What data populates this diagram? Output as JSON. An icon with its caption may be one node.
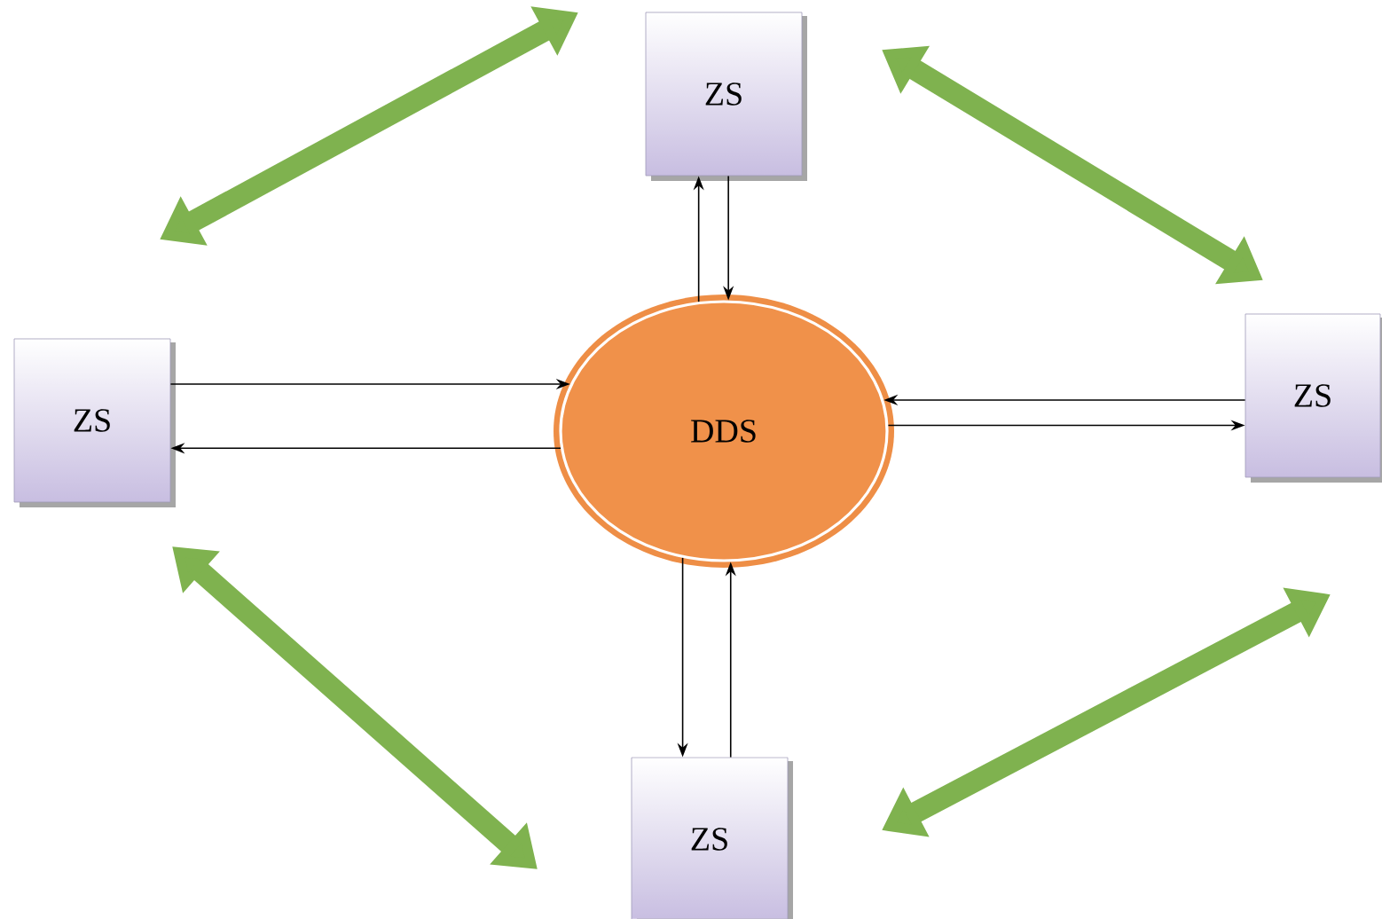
{
  "diagram": {
    "nodes": [
      {
        "text": [
          "ZS"
        ]
      },
      {
        "text": [
          "ZS"
        ]
      },
      {
        "text": [
          "DDS"
        ]
      },
      {
        "text": [
          "ZS"
        ]
      },
      {
        "text": [
          "ZS"
        ]
      }
    ],
    "edges": [
      {
        "from": 2,
        "to": 0,
        "arrow": "to"
      },
      {
        "from": 0,
        "to": 2,
        "arrow": "to"
      },
      {
        "from": 1,
        "to": 2,
        "arrow": "to"
      },
      {
        "from": 2,
        "to": 1,
        "arrow": "to"
      },
      {
        "from": 3,
        "to": 2,
        "arrow": "to"
      },
      {
        "from": 2,
        "to": 3,
        "arrow": "to"
      },
      {
        "from": 2,
        "to": 4,
        "arrow": "to"
      },
      {
        "from": 4,
        "to": 2,
        "arrow": "to"
      },
      {
        "from": 1,
        "to": 0,
        "arrow": "both",
        "style": "thick",
        "color": "#7fb24f"
      },
      {
        "from": 0,
        "to": 3,
        "arrow": "both",
        "style": "thick",
        "color": "#7fb24f"
      },
      {
        "from": 1,
        "to": 4,
        "arrow": "both",
        "style": "thick",
        "color": "#7fb24f"
      },
      {
        "from": 3,
        "to": 4,
        "arrow": "both",
        "style": "thick",
        "color": "#7fb24f"
      }
    ]
  }
}
